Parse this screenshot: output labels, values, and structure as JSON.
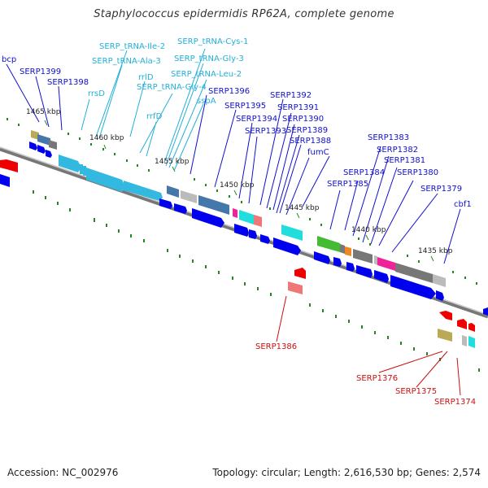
{
  "title": "Staphylococcus epidermidis RP62A, complete genome",
  "accession": "Accession: NC_002976",
  "summary": "Topology: circular; Length: 2,616,530 bp; Genes: 2,574",
  "scale_labels": [
    "1465 kbp",
    "1460 kbp",
    "1455 kbp",
    "1450 kbp",
    "1445 kbp",
    "1440 kbp",
    "1435 kbp"
  ],
  "gene_labels": {
    "bcp": "bcp",
    "serp1399": "SERP1399",
    "serp1398": "SERP1398",
    "trna_ile2": "SERP_tRNA-Ile-2",
    "trna_ala3": "SERP_tRNA-Ala-3",
    "rrsd": "rrsD",
    "rrld": "rrlD",
    "trna_gly4": "SERP_tRNA-Gly-4",
    "rrfd": "rrfD",
    "trna_cys1": "SERP_tRNA-Cys-1",
    "trna_gly3": "SERP_tRNA-Gly-3",
    "trna_leu2": "SERP_tRNA-Leu-2",
    "sspa": "sspA",
    "serp1396": "SERP1396",
    "serp1395": "SERP1395",
    "serp1394": "SERP1394",
    "serp1393": "SERP1393",
    "serp1392": "SERP1392",
    "serp1391": "SERP1391",
    "serp1390": "SERP1390",
    "serp1389": "SERP1389",
    "serp1388": "SERP1388",
    "fumc": "fumC",
    "serp1385": "SERP1385",
    "serp1384": "SERP1384",
    "serp1383": "SERP1383",
    "serp1382": "SERP1382",
    "serp1381": "SERP1381",
    "serp1380": "SERP1380",
    "serp1379": "SERP1379",
    "cbf1": "cbf1",
    "serp1386": "SERP1386",
    "serp1376": "SERP1376",
    "serp1375": "SERP1375",
    "serp1374": "SERP1374"
  },
  "colors": {
    "cds_forward": "#0000ee",
    "cds_reverse": "#ee0000",
    "trna": "#33b8e0",
    "rrna": "#33b8e0",
    "label_forward": "#1010cc",
    "label_rna": "#22b0d8",
    "label_reverse": "#cc1010",
    "backbone": "#888888",
    "gc_marks": "#228822",
    "cog_green": "#44bb33",
    "cog_magenta": "#ee2299",
    "cog_gray": "#777777",
    "cog_cyan": "#22dddd",
    "cog_olive": "#bbaa55",
    "cog_orange": "#ee8822",
    "cog_steel": "#4477aa",
    "cog_light": "#bbbbbb",
    "cog_salmon": "#ee7777"
  }
}
